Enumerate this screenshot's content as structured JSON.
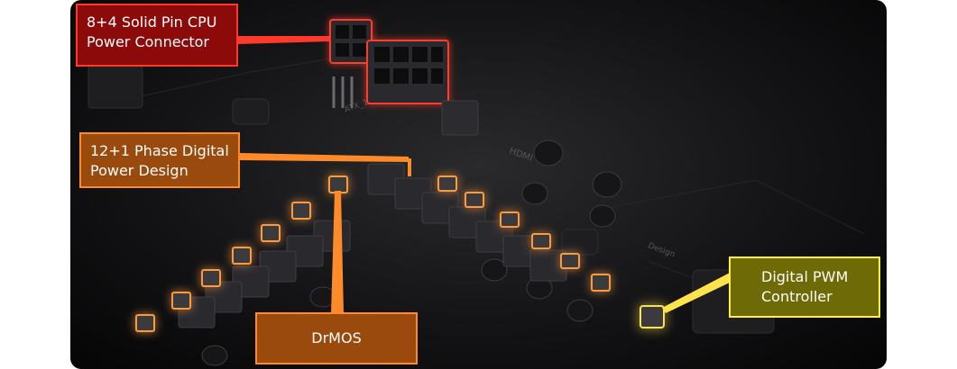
{
  "callouts": {
    "cpu_connector": "8+4 Solid Pin CPU\nPower Connector",
    "phase_design": "12+1 Phase Digital\nPower Design",
    "drmos": "DrMOS",
    "pwm_controller": "Digital PWM\nController"
  },
  "board_labels": {
    "atx": "ATX_12V_2X4",
    "hdmi": "HDMI",
    "design": "Design"
  },
  "colors": {
    "cpu_accent": "#ff3a2a",
    "phase_accent": "#ff8a2a",
    "pwm_accent": "#ffee44"
  }
}
